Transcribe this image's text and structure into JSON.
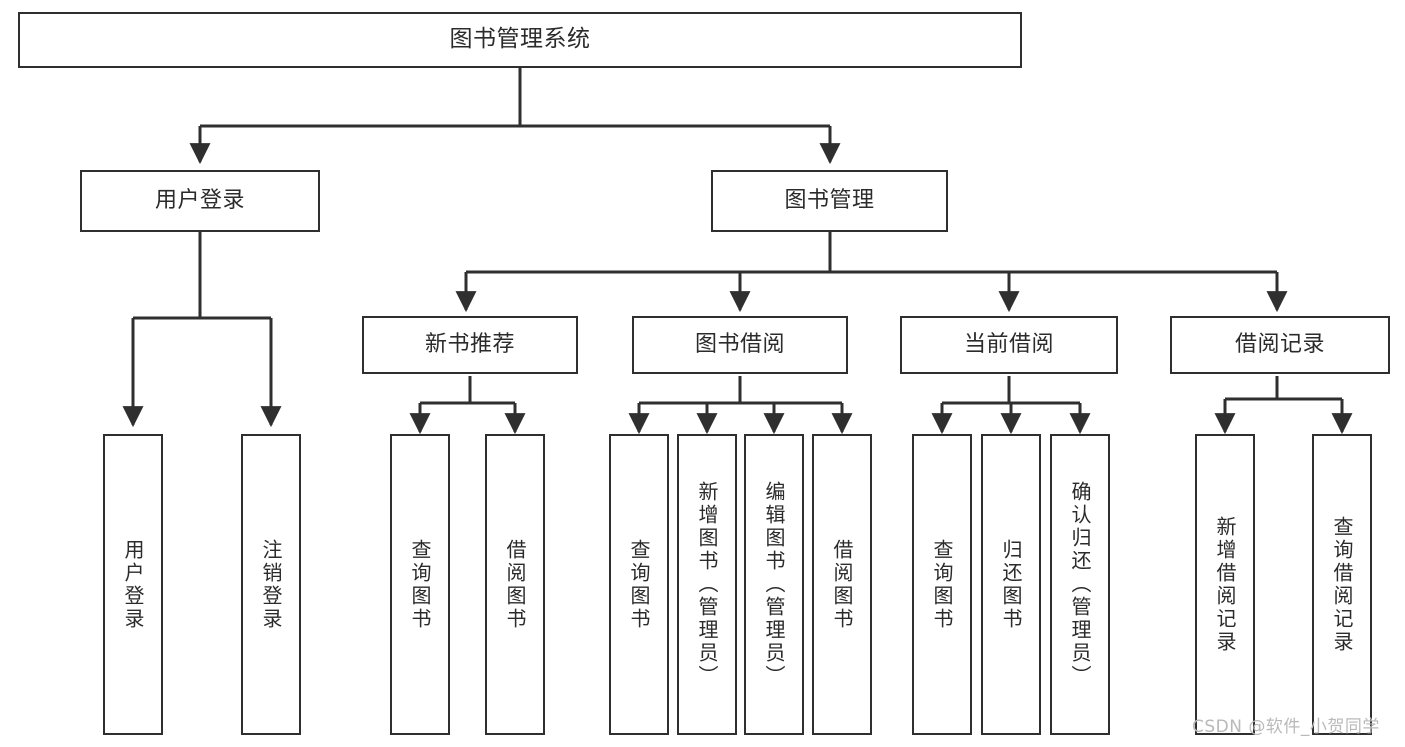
{
  "diagram": {
    "title": "图书管理系统",
    "type": "hierarchy-tree",
    "watermark": "CSDN @软件_小贺同学",
    "colors": {
      "box_border": "#2f2f2f",
      "box_fill": "#ffffff",
      "text": "#2b2b2b",
      "edge": "#2f2f2f",
      "watermark": "#b9b9b9",
      "background": "#ffffff"
    },
    "levels": {
      "root": {
        "label": "图书管理系统"
      },
      "level1": [
        {
          "id": "user-login",
          "label": "用户登录"
        },
        {
          "id": "book-management",
          "label": "图书管理"
        }
      ],
      "level2": [
        {
          "id": "new-book-recommend",
          "label": "新书推荐",
          "parent": "book-management"
        },
        {
          "id": "book-borrow",
          "label": "图书借阅",
          "parent": "book-management"
        },
        {
          "id": "current-borrow",
          "label": "当前借阅",
          "parent": "book-management"
        },
        {
          "id": "borrow-record",
          "label": "借阅记录",
          "parent": "book-management"
        }
      ],
      "leaves": {
        "user-login": [
          {
            "id": "leaf-user-login",
            "label": "用户登录"
          },
          {
            "id": "leaf-user-logout",
            "label": "注销登录"
          }
        ],
        "new-book-recommend": [
          {
            "id": "leaf-query-book-1",
            "label": "查询图书"
          },
          {
            "id": "leaf-borrow-book-1",
            "label": "借阅图书"
          }
        ],
        "book-borrow": [
          {
            "id": "leaf-query-book-2",
            "label": "查询图书"
          },
          {
            "id": "leaf-add-book",
            "label": "新增图书（管理员）"
          },
          {
            "id": "leaf-edit-book",
            "label": "编辑图书（管理员）"
          },
          {
            "id": "leaf-borrow-book-2",
            "label": "借阅图书"
          }
        ],
        "current-borrow": [
          {
            "id": "leaf-query-book-3",
            "label": "查询图书"
          },
          {
            "id": "leaf-return-book",
            "label": "归还图书"
          },
          {
            "id": "leaf-confirm-return",
            "label": "确认归还（管理员）"
          }
        ],
        "borrow-record": [
          {
            "id": "leaf-add-record",
            "label": "新增借阅记录"
          },
          {
            "id": "leaf-query-record",
            "label": "查询借阅记录"
          }
        ]
      }
    }
  }
}
